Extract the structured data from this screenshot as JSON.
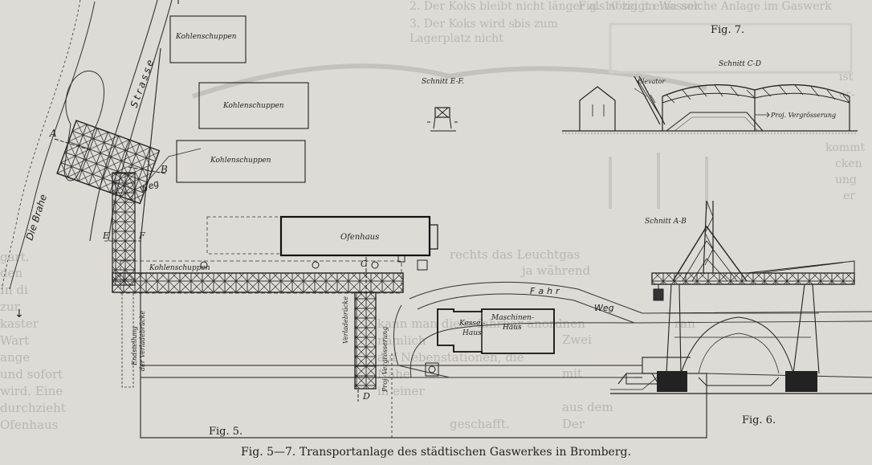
{
  "caption": "Fig. 5—7.  Transportanlage des städtischen Gaswerkes in Bromberg.",
  "figures": {
    "fig5": "Fig. 5.",
    "fig6": "Fig. 6.",
    "fig7": "Fig. 7."
  },
  "plan": {
    "kohlenschuppen": "Kohlenschuppen",
    "kohlenschuppen_main": "Kohlenschuppen",
    "ofenhaus": "Ofenhaus",
    "kesselhaus_line1": "Kessel-",
    "kesselhaus_line2": "Haus",
    "maschinenhaus_line1": "Maschinen-",
    "maschinenhaus_line2": "Haus",
    "strasse": "Strasse",
    "weg": "Weg",
    "fahr_weg_1": "Fahr",
    "fahr_weg_2": "Weg",
    "brahe": "Die Brahe",
    "verladebruecke": "Verladebrücke",
    "endstellung_line1": "Endstellung",
    "endstellung_line2": "der Verladebrücke",
    "proj_vergroesserung": "Proj. Vergrösserung",
    "marker_a": "A",
    "marker_b": "B",
    "marker_c": "C",
    "marker_d": "D",
    "marker_e": "E",
    "marker_f": "F"
  },
  "sections": {
    "schnitt_ef": "Schnitt E-F.",
    "schnitt_cd": "Schnitt C-D",
    "schnitt_ab": "Schnitt A-B",
    "elevator": "Elevator",
    "proj_vergroesserung_7": "Proj. Vergrösserung"
  },
  "background_text": {
    "top_left_line1": "2. Der Koks bleibt nicht länger als nötig im Wasser.",
    "top_left_line2": "3. Der Koks wird so",
    "top_left_line2b": "bis zum",
    "top_left_line3": "Lagerplatz nicht",
    "top_right": "Fig. 10 zeigt eine solche Anlage im Gaswerk",
    "left_bottom_1": "gart.",
    "left_bottom_2": "den",
    "left_bottom_3": "In di",
    "left_bottom_4": "zur",
    "left_bottom_5": "kaster",
    "left_bottom_6": "Wart",
    "left_bottom_7": "ange",
    "left_bottom_8": "und sofort",
    "left_bottom_9": "wird.  Eine",
    "left_bottom_10": "durchzieht",
    "left_bottom_11": "Ofenhaus",
    "right_col_1": "ist",
    "right_col_2": "er-",
    "right_col_3": "kommt",
    "right_col_4": "cken",
    "right_col_5": "ung",
    "right_col_6": "er",
    "mid_1": "rechts das Leuchtgas",
    "mid_2": "ja während",
    "mid_3": "ran",
    "mid_4": "Zwei",
    "mid_5": "mit",
    "mid_6": "aus dem",
    "mid_7": "Der",
    "mid_8": "kann man diese fahrbar anordnen",
    "mid_9": "nämlich",
    "mid_10": "auf Nebenstationen, die",
    "mid_11": "Nähe",
    "mid_12": "in einer",
    "mid_13": "geschafft."
  }
}
